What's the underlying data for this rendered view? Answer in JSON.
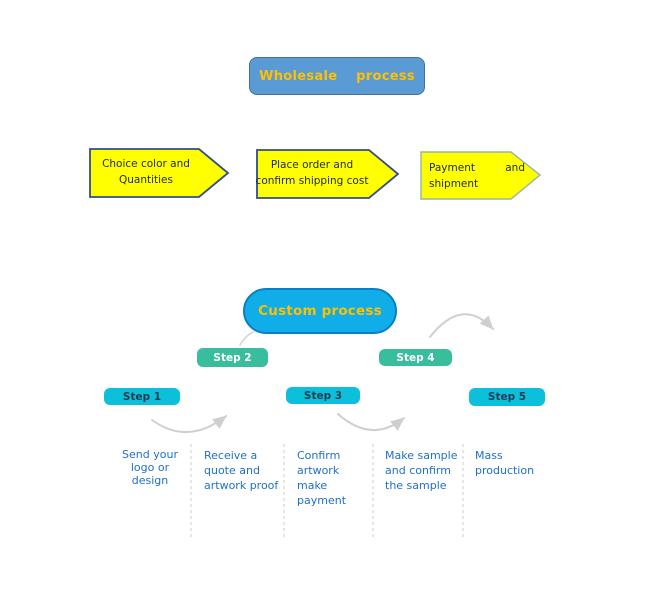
{
  "diagram": {
    "title": "Wholesale process",
    "wholesale": {
      "arrow1": "Choice color and\nQuantities",
      "arrow2": "Place order and\nconfirm shipping cost",
      "arrow3": {
        "line1_left": "Payment",
        "line1_right": "and",
        "line2": "shipment"
      }
    },
    "custom_title": "Custom process",
    "steps": [
      {
        "label": "Step 1",
        "note": "Send your\nlogo or\ndesign"
      },
      {
        "label": "Step 2",
        "note": "Receive a\nquote and\nartwork proof"
      },
      {
        "label": "Step 3",
        "note": "Confirm\nartwork\nmake\npayment"
      },
      {
        "label": "Step 4",
        "note": "Make sample\nand confirm\nthe sample"
      },
      {
        "label": "Step 5",
        "note": "Mass\nproduction"
      }
    ],
    "colors": {
      "title_box_fill": "#5B9BD5",
      "title_box_border": "#41719C",
      "title_text": "#FFC000",
      "arrow_fill": "#FFFF00",
      "arrow_border": "#2F4D8A",
      "arrow3_border": "#95B5A4",
      "ellipse_fill": "#10ADE8",
      "ellipse_border": "#0980C5",
      "step_odd_fill": "#0CC0DC",
      "step_even_fill": "#38BE9D",
      "step_odd_text": "#1E3A52",
      "step_even_text": "#FFFFFF",
      "note_text": "#1E70C8",
      "connector": "#CFCFCF"
    }
  }
}
